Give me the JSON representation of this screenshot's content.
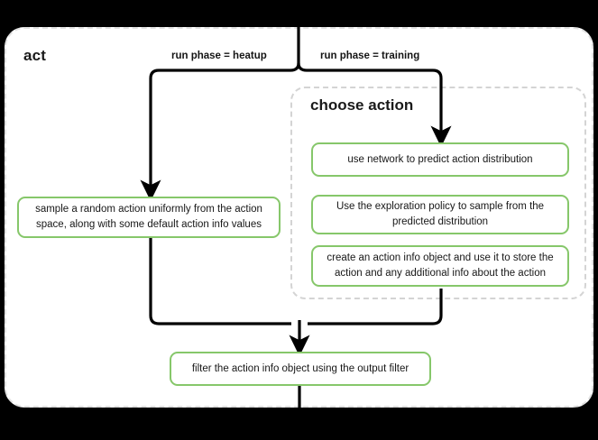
{
  "diagram": {
    "type": "flowchart",
    "title": "act",
    "background_color": "#000000",
    "panel_color": "#ffffff",
    "node_border_color": "#86c76a",
    "group_border_color": "#d4d4d4",
    "edge_color": "#000000"
  },
  "outer_group": {
    "label": "act"
  },
  "inner_group": {
    "label": "choose action"
  },
  "edge_labels": {
    "heatup": "run phase = heatup",
    "training": "run phase = training"
  },
  "nodes": {
    "sample": "sample a random action uniformly from the action space, along with some default action info values",
    "predict": "use network to predict action distribution",
    "explore": "Use the exploration policy to sample from the predicted distribution",
    "create": "create an action info object and use it to store the action and any additional info about the action",
    "filter": "filter the action info object using the output filter"
  }
}
